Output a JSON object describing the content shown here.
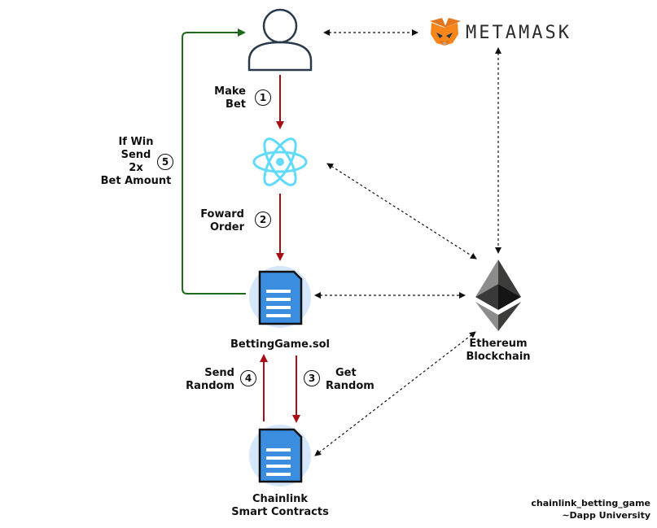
{
  "nodes": {
    "user": {
      "icon": "user-icon"
    },
    "metamask": {
      "icon": "metamask-fox-icon",
      "label": "METAMASK"
    },
    "frontend": {
      "icon": "react-icon"
    },
    "betting_contract": {
      "icon": "document-icon",
      "label": "BettingGame.sol"
    },
    "chainlink": {
      "icon": "document-icon",
      "label_line1": "Chainlink",
      "label_line2": "Smart Contracts"
    },
    "ethereum": {
      "icon": "ethereum-icon",
      "label_line1": "Ethereum",
      "label_line2": "Blockchain"
    }
  },
  "steps": [
    {
      "number": "1",
      "line1": "Make",
      "line2": "Bet"
    },
    {
      "number": "2",
      "line1": "Foward",
      "line2": "Order"
    },
    {
      "number": "3",
      "line1": "Get",
      "line2": "Random"
    },
    {
      "number": "4",
      "line1": "Send",
      "line2": "Random"
    },
    {
      "number": "5",
      "line1": "If Win",
      "line2": "Send",
      "line3": "2x",
      "line4": "Bet Amount"
    }
  ],
  "credit": {
    "line1": "chainlink_betting_game",
    "line2": "~Dapp University"
  },
  "colors": {
    "flow_arrow": "#a50f15",
    "return_arrow": "#1e6b1e",
    "react": "#61dafb",
    "document": "#3b8de0",
    "document_halo": "#d6e6fb",
    "ethereum_dark": "#3c3c3b",
    "ethereum_mid": "#8c8c8c",
    "metamask_orange": "#e2761b"
  }
}
